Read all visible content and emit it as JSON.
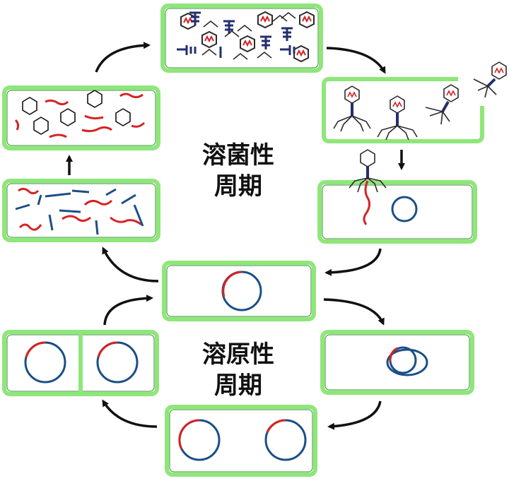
{
  "labels": {
    "lytic_line1": "溶菌性",
    "lytic_line2": "周期",
    "lysogenic_line1": "溶原性",
    "lysogenic_line2": "周期"
  },
  "colors": {
    "cell_fill": "#ffffff",
    "cell_border": "#8fe67a",
    "cell_inner_line": "#2a8f26",
    "dna_red": "#d42424",
    "dna_blue": "#1b4f86",
    "phage_head": "#2a2a2a",
    "protein_navy": "#242e6e",
    "arrow": "#111111"
  },
  "icons": [
    "phage-icon",
    "phage-head-icon",
    "tail-fiber-icon",
    "capsid-hexagon-icon",
    "arrow-icon"
  ]
}
